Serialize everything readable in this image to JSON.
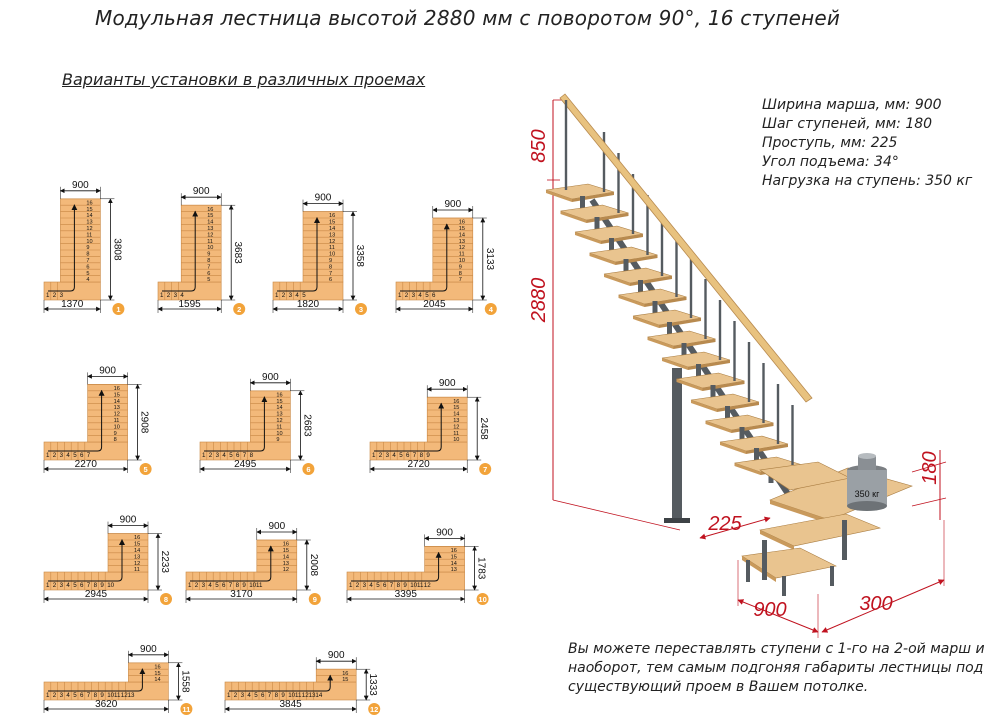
{
  "header": {
    "title": "Модульная лестница высотой 2880 мм с поворотом 90°, 16 ступеней",
    "subtitle": "Варианты установки в различных проемах"
  },
  "specs": [
    "Ширина марша, мм: 900",
    "Шаг ступеней, мм: 180",
    "Проступь, мм: 225",
    "Угол подъема: 34°",
    "Нагрузка на ступень: 350 кг"
  ],
  "note": "Вы можете переставлять ступени с 1-го на 2-ой марш и наоборот, тем самым подгоняя габариты лестницы под существующий проем в Вашем потолке.",
  "stair_width_label": "900",
  "variants": [
    {
      "n": "1",
      "length": "1370",
      "height": "3808",
      "bottom_steps": 3,
      "last_bottom": "3"
    },
    {
      "n": "2",
      "length": "1595",
      "height": "3683",
      "bottom_steps": 4,
      "last_bottom": "4"
    },
    {
      "n": "3",
      "length": "1820",
      "height": "3358",
      "bottom_steps": 5,
      "last_bottom": "5"
    },
    {
      "n": "4",
      "length": "2045",
      "height": "3133",
      "bottom_steps": 6,
      "last_bottom": "6"
    },
    {
      "n": "5",
      "length": "2270",
      "height": "2908",
      "bottom_steps": 7,
      "last_bottom": "7"
    },
    {
      "n": "6",
      "length": "2495",
      "height": "2683",
      "bottom_steps": 8,
      "last_bottom": "8"
    },
    {
      "n": "7",
      "length": "2720",
      "height": "2458",
      "bottom_steps": 9,
      "last_bottom": "9"
    },
    {
      "n": "8",
      "length": "2945",
      "height": "2233",
      "bottom_steps": 10,
      "last_bottom": "10"
    },
    {
      "n": "9",
      "length": "3170",
      "height": "2008",
      "bottom_steps": 11,
      "last_bottom": "11"
    },
    {
      "n": "10",
      "length": "3395",
      "height": "1783",
      "bottom_steps": 12,
      "last_bottom": "12"
    },
    {
      "n": "11",
      "length": "3620",
      "height": "1558",
      "bottom_steps": 13,
      "last_bottom": "13"
    },
    {
      "n": "12",
      "length": "3845",
      "height": "1333",
      "bottom_steps": 14,
      "last_bottom": "14"
    }
  ],
  "staircase": {
    "dim_850": "850",
    "dim_2880": "2880",
    "dim_180": "180",
    "dim_225": "225",
    "dim_900": "900",
    "dim_300": "300",
    "weight_label": "350 кг"
  },
  "colors": {
    "step": "#f3b97a",
    "step_line": "#c98845",
    "arrow": "#111111",
    "dim_red": "#c0121f",
    "badge": "#f2a33a",
    "wood": "#e9c48f",
    "metal": "#555b60"
  }
}
